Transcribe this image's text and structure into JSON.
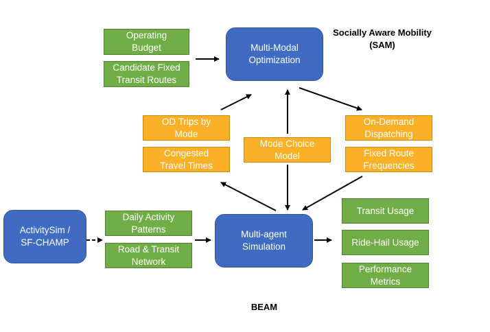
{
  "titles": {
    "sam": "Socially Aware Mobility\n(SAM)",
    "beam": "BEAM"
  },
  "nodes": {
    "operating_budget": "Operating\nBudget",
    "candidate_routes": "Candidate Fixed\nTransit Routes",
    "multi_modal_optimization": "Multi-Modal\nOptimization",
    "od_trips": "OD Trips by\nMode",
    "congested_times": "Congested\nTravel Times",
    "mode_choice": "Mode Choice\nModel",
    "on_demand": "On-Demand\nDispatching",
    "fixed_route_freq": "Fixed Route\nFrequencies",
    "activitysim": "ActivitySim /\nSF-CHAMP",
    "daily_activity": "Daily Activity\nPatterns",
    "road_transit": "Road & Transit\nNetwork",
    "multi_agent_sim": "Multi-agent\nSimulation",
    "transit_usage": "Transit Usage",
    "ridehail_usage": "Ride-Hail Usage",
    "performance_metrics": "Performance\nMetrics"
  },
  "colors": {
    "blue": "#3f6cc0",
    "green": "#70ad47",
    "orange": "#fbb127"
  }
}
